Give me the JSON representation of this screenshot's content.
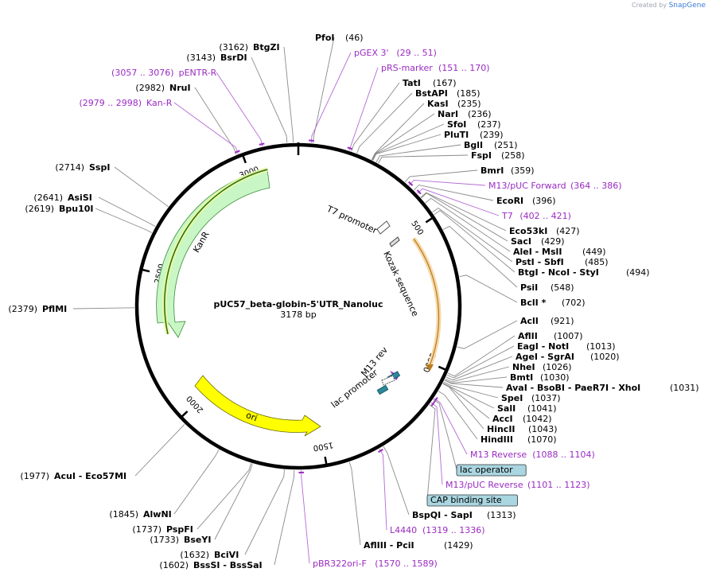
{
  "app": {
    "watermark_prefix": "Created by",
    "watermark_brand": "SnapGene"
  },
  "plasmid": {
    "name": "pUC57_beta-globin-5'UTR_Nanoluc",
    "length_label": "3178 bp",
    "length": 3178
  },
  "ticks": [
    {
      "pos": 500,
      "label": "500"
    },
    {
      "pos": 1000,
      "label": "1000"
    },
    {
      "pos": 1500,
      "label": "1500"
    },
    {
      "pos": 2000,
      "label": "2000"
    },
    {
      "pos": 2500,
      "label": "2500"
    },
    {
      "pos": 3000,
      "label": "3000"
    }
  ],
  "features": {
    "kanr": {
      "label": "KanR",
      "color": "#c8f7c5",
      "stroke": "#3a8a3a"
    },
    "ori": {
      "label": "ori",
      "color": "#ffff00",
      "stroke": "#8a8a00"
    },
    "nanoluc": {
      "color": "#f7d9a8",
      "stroke": "#c98a2a"
    },
    "t7": {
      "label": "T7 promoter"
    },
    "kozak": {
      "label": "Kozak sequence"
    },
    "m13rev": {
      "label": "M13 rev"
    },
    "lacprom": {
      "label": "lac promoter"
    }
  },
  "labels_right": [
    {
      "kind": "site",
      "name": "PfoI",
      "pos": "(46)"
    },
    {
      "kind": "primer",
      "name": "pGEX 3'",
      "pos": "(29 .. 51)"
    },
    {
      "kind": "primer",
      "name": "pRS-marker",
      "pos": "(151 .. 170)"
    },
    {
      "kind": "site",
      "name": "TatI",
      "pos": "(167)"
    },
    {
      "kind": "site",
      "name": "BstAPI",
      "pos": "(185)"
    },
    {
      "kind": "site",
      "name": "KasI",
      "pos": "(235)"
    },
    {
      "kind": "site",
      "name": "NarI",
      "pos": "(236)"
    },
    {
      "kind": "site",
      "name": "SfoI",
      "pos": "(237)"
    },
    {
      "kind": "site",
      "name": "PluTI",
      "pos": "(239)"
    },
    {
      "kind": "site",
      "name": "BglI",
      "pos": "(251)"
    },
    {
      "kind": "site",
      "name": "FspI",
      "pos": "(258)"
    },
    {
      "kind": "site",
      "name": "BmrI",
      "pos": "(359)"
    },
    {
      "kind": "primer",
      "name": "M13/pUC Forward",
      "pos": "(364 .. 386)"
    },
    {
      "kind": "site",
      "name": "EcoRI",
      "pos": "(396)"
    },
    {
      "kind": "primer",
      "name": "T7",
      "pos": "(402 .. 421)"
    },
    {
      "kind": "site",
      "name": "Eco53kI",
      "pos": "(427)"
    },
    {
      "kind": "site",
      "name": "SacI",
      "pos": "(429)"
    },
    {
      "kind": "site",
      "name": "AleI - MslI",
      "pos": "(449)"
    },
    {
      "kind": "site",
      "name": "PstI - SbfI",
      "pos": "(485)"
    },
    {
      "kind": "site",
      "name": "BtgI - NcoI - StyI",
      "pos": "(494)"
    },
    {
      "kind": "site",
      "name": "PsiI",
      "pos": "(548)"
    },
    {
      "kind": "site",
      "name": "BclI *",
      "pos": "(702)"
    },
    {
      "kind": "site",
      "name": "AclI",
      "pos": "(921)"
    },
    {
      "kind": "site",
      "name": "AflII",
      "pos": "(1007)"
    },
    {
      "kind": "site",
      "name": "EagI - NotI",
      "pos": "(1013)"
    },
    {
      "kind": "site",
      "name": "AgeI - SgrAI",
      "pos": "(1020)"
    },
    {
      "kind": "site",
      "name": "NheI",
      "pos": "(1026)"
    },
    {
      "kind": "site",
      "name": "BmtI",
      "pos": "(1030)"
    },
    {
      "kind": "site",
      "name": "AvaI - BsoBI - PaeR7I - XhoI",
      "pos": "(1031)"
    },
    {
      "kind": "site",
      "name": "SpeI",
      "pos": "(1037)"
    },
    {
      "kind": "site",
      "name": "SalI",
      "pos": "(1041)"
    },
    {
      "kind": "site",
      "name": "AccI",
      "pos": "(1042)"
    },
    {
      "kind": "site",
      "name": "HincII",
      "pos": "(1043)"
    },
    {
      "kind": "site",
      "name": "HindIII",
      "pos": "(1070)"
    },
    {
      "kind": "primer",
      "name": "M13 Reverse",
      "pos": "(1088 .. 1104)"
    },
    {
      "kind": "boxed",
      "name": "lac operator",
      "pos": ""
    },
    {
      "kind": "primer",
      "name": "M13/pUC Reverse",
      "pos": "(1101 .. 1123)"
    },
    {
      "kind": "boxed",
      "name": "CAP binding site",
      "pos": ""
    },
    {
      "kind": "site",
      "name": "BspQI - SapI",
      "pos": "(1313)"
    },
    {
      "kind": "primer",
      "name": "L4440",
      "pos": "(1319 .. 1336)"
    },
    {
      "kind": "site",
      "name": "AflIII - PciI",
      "pos": "(1429)"
    },
    {
      "kind": "primer",
      "name": "pBR322ori-F",
      "pos": "(1570 .. 1589)"
    }
  ],
  "labels_left": [
    {
      "kind": "site",
      "name": "BtgZI",
      "pos": "(3162)"
    },
    {
      "kind": "site",
      "name": "BsrDI",
      "pos": "(3143)"
    },
    {
      "kind": "primer",
      "name": "pENTR-R",
      "pos": "(3057 .. 3076)"
    },
    {
      "kind": "site",
      "name": "NruI",
      "pos": "(2982)"
    },
    {
      "kind": "primer",
      "name": "Kan-R",
      "pos": "(2979 .. 2998)"
    },
    {
      "kind": "site",
      "name": "SspI",
      "pos": "(2714)"
    },
    {
      "kind": "site",
      "name": "AsiSI",
      "pos": "(2641)"
    },
    {
      "kind": "site",
      "name": "Bpu10I",
      "pos": "(2619)"
    },
    {
      "kind": "site",
      "name": "PflMI",
      "pos": "(2379)"
    },
    {
      "kind": "site",
      "name": "AcuI - Eco57MI",
      "pos": "(1977)"
    },
    {
      "kind": "site",
      "name": "AlwNI",
      "pos": "(1845)"
    },
    {
      "kind": "site",
      "name": "PspFI",
      "pos": "(1737)"
    },
    {
      "kind": "site",
      "name": "BseYI",
      "pos": "(1733)"
    },
    {
      "kind": "site",
      "name": "BciVI",
      "pos": "(1632)"
    },
    {
      "kind": "site",
      "name": "BssSI - BssSaI",
      "pos": "(1602)"
    }
  ]
}
